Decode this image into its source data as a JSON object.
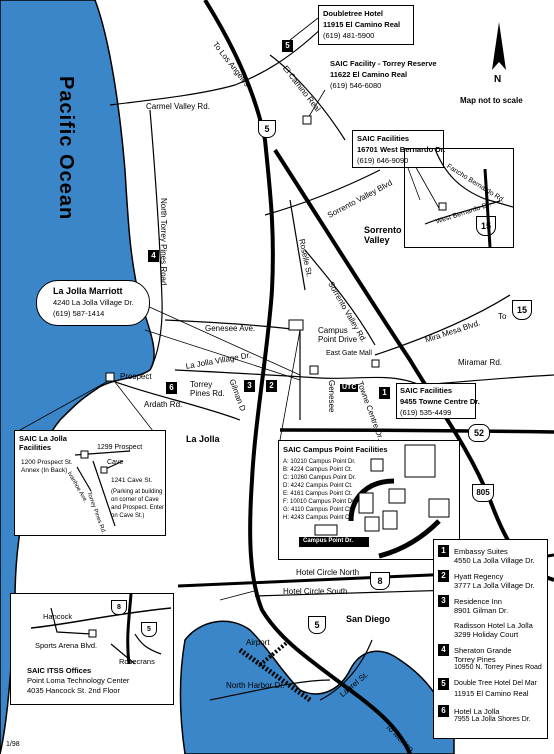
{
  "ocean_label": "Pacific Ocean",
  "north": {
    "letter": "N",
    "note": "Map not to scale"
  },
  "roads": {
    "to_los_angeles": "To Los Angeles",
    "el_camino_real": "El Camino Real",
    "carmel_valley": "Carmel Valley Rd.",
    "north_torrey_pines": "North Torrey Pines Road",
    "sorrento_valley_blvd": "Sorrento Valley Blvd",
    "roselle": "Roselle St.",
    "sorrento_valley_rd": "Sorrento Valley Rd.",
    "genesee_ave": "Genesee Ave.",
    "campus_point": "Campus Point Drive",
    "east_gate": "East Gate Mall",
    "mira_mesa": "Mira Mesa Blvd.",
    "to_15": "To",
    "miramar": "Miramar Rd.",
    "la_jolla_village": "La Jolla Village Dr.",
    "torrey_pines_rd": "Torrey Pines Rd.",
    "gilman": "Gilman D",
    "genesee_lower": "Genesee",
    "towne_centre": "Towne Centre Dr.",
    "ardath": "Ardath Rd.",
    "prospect": "Prospect",
    "la_jolla": "La Jolla",
    "hotel_circle_north": "Hotel Circle North",
    "hotel_circle_south": "Hotel Circle South",
    "san_diego": "San Diego",
    "airport": "Airport",
    "north_harbor": "North Harbor Dr.",
    "laurel": "Laurel St.",
    "to_mexico": "To Mexico",
    "sorrento_valley": "Sorrento Valley",
    "fancho_bernardo": "Fancho Bernardo Rd.",
    "west_bernardo": "West Bernardo Dr."
  },
  "shields": {
    "i5": "5",
    "i15": "15",
    "i52": "52",
    "i805": "805",
    "i8": "8",
    "i5b": "5",
    "i15b": "15"
  },
  "doubletree": {
    "num": "5",
    "name": "Doubletree Hotel",
    "addr": "11915 El Camino Real",
    "phone": "(619) 481-5900"
  },
  "torrey_reserve": {
    "name": "SAIC Facility - Torrey Reserve",
    "addr": "11622 El Camino Real",
    "phone": "(619) 546-6080"
  },
  "west_bernardo_fac": {
    "name": "SAIC Facilities",
    "addr": "16701 West Bernardo Dr.",
    "phone": "(619) 646-9090"
  },
  "marriott": {
    "name": "La Jolla Marriott",
    "addr": "4240 La Jolla Village Dr.",
    "phone": "(619) 587-1414"
  },
  "towne_centre_fac": {
    "name": "SAIC Facilities",
    "addr": "9455 Towne Centre Dr.",
    "phone": "(619) 535-4499"
  },
  "la_jolla_fac": {
    "title1": "SAIC La Jolla",
    "title2": "Facilities",
    "prospect_1200": "1200 Prospect St.",
    "annex": "Annex (In Back)",
    "prospect_1299": "1299 Prospect",
    "cave": "Cave",
    "ivanhoe": "Ivanhoe Ave.",
    "torrey_pines": "Torrey Pines Rd.",
    "cave_1241": "1241 Cave St.",
    "parking1": "(Parking at building",
    "parking2": "on corner of Cave",
    "parking3": "and Prospect. Enter",
    "parking4": "on Cave St.)"
  },
  "campus_point": {
    "title": "SAIC Campus Point Facilities",
    "lines": [
      "A: 10210 Campus Point Dr.",
      "B: 4224 Campus Point Ct.",
      "C: 10260 Campus Point Dr.",
      "D: 4242 Campus Point Ct.",
      "E: 4161 Campus Point Ct.",
      "F: 10010 Campus Point Dr.",
      "G: 4110 Campus Point Ct.",
      "H: 4243 Campus Point Ct."
    ],
    "road": "Campus Point Dr."
  },
  "itss": {
    "hancock": "Hancock",
    "sports_arena": "Sports Arena Blvd.",
    "rosecrans": "Rosecrans",
    "title": "SAIC ITSS Offices",
    "line1": "Point Loma Technology Center",
    "line2": "4035 Hancock St. 2nd Floor"
  },
  "hotels": [
    {
      "num": "1",
      "l1": "Embassy Suites",
      "l2": "4550 La Jolla Village Dr."
    },
    {
      "num": "2",
      "l1": "Hyatt Regency",
      "l2": "3777 La Jolla Village Dr."
    },
    {
      "num": "3",
      "l1": "Residence Inn",
      "l2": "8901 Gilman Dr."
    },
    {
      "num": "",
      "l1": "Radisson Hotel La Jolla",
      "l2": "3299 Holiday Court"
    },
    {
      "num": "4",
      "l1": "Sheraton Grande",
      "l2": "Torrey Pines",
      "l3": "10950 N. Torrey Pines Road"
    },
    {
      "num": "5",
      "l1": "Double Tree Hotel Del Mar",
      "l2": "11915 El Camino Real"
    },
    {
      "num": "6",
      "l1": "Hotel La Jolla",
      "l2": "7955 La Jolla Shores Dr."
    }
  ],
  "markers": {
    "m2": "2",
    "m3": "3",
    "m4": "4",
    "m6": "6",
    "m1": "1",
    "utc": "UTC"
  },
  "date": "1/98"
}
